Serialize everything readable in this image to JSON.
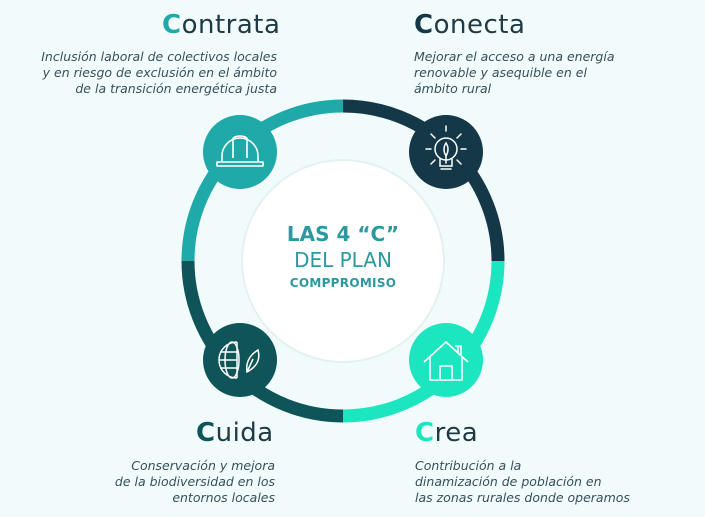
{
  "center": {
    "line1": "LAS 4 “C”",
    "line2": "DEL PLAN",
    "line3": "COMPPROMISO"
  },
  "items": [
    {
      "id": "contrata",
      "initial": "C",
      "rest": "ontrata",
      "color": "#1fa9a8",
      "icon": "hard-hat-icon",
      "description": [
        "Inclusión laboral de colectivos locales",
        "y en riesgo de exclusión en el ámbito",
        "de la transición energética justa"
      ]
    },
    {
      "id": "conecta",
      "initial": "C",
      "rest": "onecta",
      "color": "#143847",
      "icon": "lightbulb-leaf-icon",
      "description": [
        "Mejorar el acceso a una energía",
        "renovable y asequible en el",
        "ámbito rural"
      ]
    },
    {
      "id": "cuida",
      "initial": "C",
      "rest": "uida",
      "color": "#0f5458",
      "icon": "globe-leaf-icon",
      "description": [
        "Conservación y mejora",
        "de la biodiversidad en los",
        "entornos locales"
      ]
    },
    {
      "id": "crea",
      "initial": "C",
      "rest": "rea",
      "color": "#1ce6c0",
      "icon": "house-icon",
      "description": [
        "Contribución a la",
        "dinamización de población en",
        "las zonas rurales donde operamos"
      ]
    }
  ]
}
